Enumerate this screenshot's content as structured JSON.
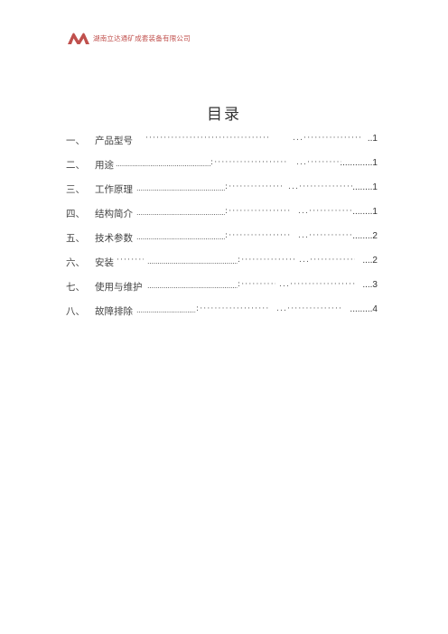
{
  "header": {
    "company": "湖南立达通矿成套装备有限公司",
    "logo_icon": "company-logo-icon",
    "accent_color": "#c0504d"
  },
  "toc": {
    "title": "目录",
    "items": [
      {
        "num": "一、",
        "label": "产品型号",
        "page": "..1"
      },
      {
        "num": "二、",
        "label": "用途",
        "page": ".............1"
      },
      {
        "num": "三、",
        "label": "工作原理",
        "page": "........1"
      },
      {
        "num": "四、",
        "label": "结构简介",
        "page": "........1"
      },
      {
        "num": "五、",
        "label": "技术参数",
        "page": "........2"
      },
      {
        "num": "六、",
        "label": "安装",
        "page": "....2"
      },
      {
        "num": "七、",
        "label": "使用与维护",
        "page": "....3"
      },
      {
        "num": "八、",
        "label": "故障排除",
        "page": ".........4"
      }
    ]
  }
}
